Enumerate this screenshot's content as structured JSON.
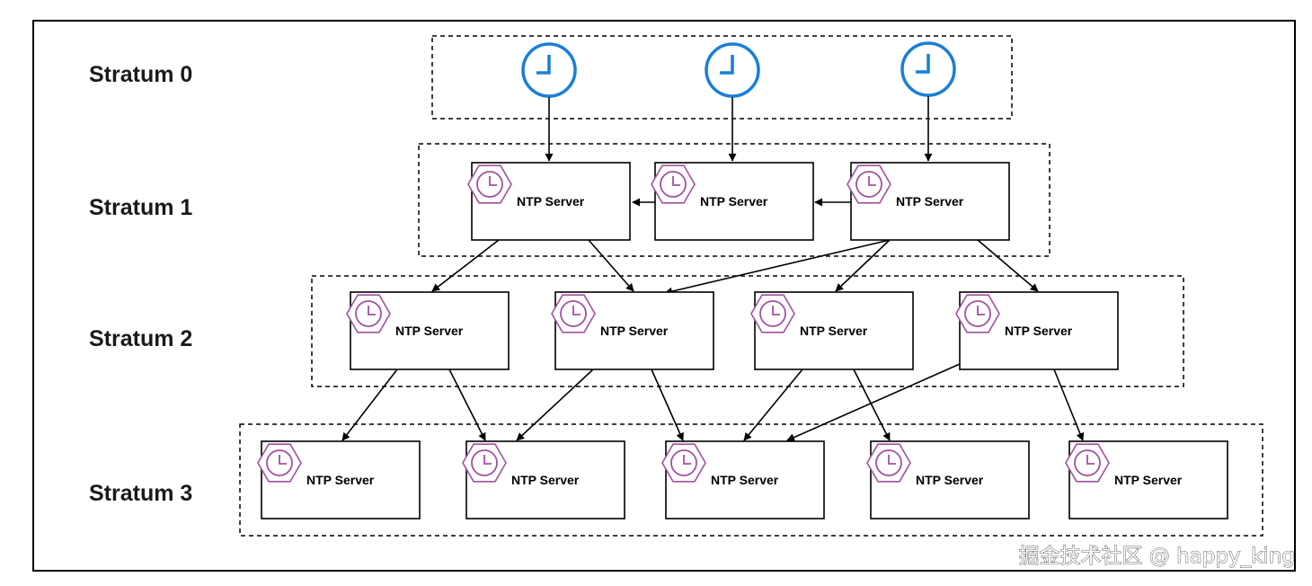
{
  "strata": [
    {
      "id": "s0",
      "label": "Stratum 0"
    },
    {
      "id": "s1",
      "label": "Stratum 1"
    },
    {
      "id": "s2",
      "label": "Stratum 2"
    },
    {
      "id": "s3",
      "label": "Stratum 3"
    }
  ],
  "server_label": "NTP Server",
  "colors": {
    "clock": "#1a7fd4",
    "server_icon": "#a3519f",
    "line": "#000000"
  },
  "icons": {
    "reference_clock": "clock-icon",
    "server": "hexagon-clock-icon"
  },
  "watermark": "掘金技术社区 @ happy_king"
}
